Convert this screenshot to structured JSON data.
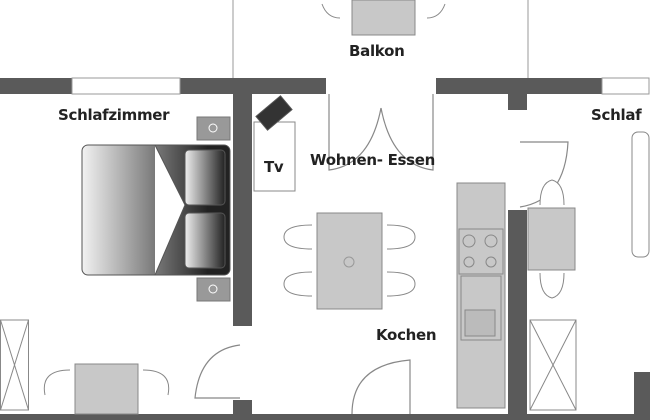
{
  "rooms": {
    "balcony": "Balkon",
    "bedroom_left": "Schlafzimmer",
    "bedroom_right": "Schlaf",
    "living_dining": "Wohnen- Essen",
    "kitchen": "Kochen",
    "tv": "Tv"
  },
  "colors": {
    "wall": "#5a5a5a",
    "furniture": "#c8c8c8",
    "line": "#888888"
  }
}
